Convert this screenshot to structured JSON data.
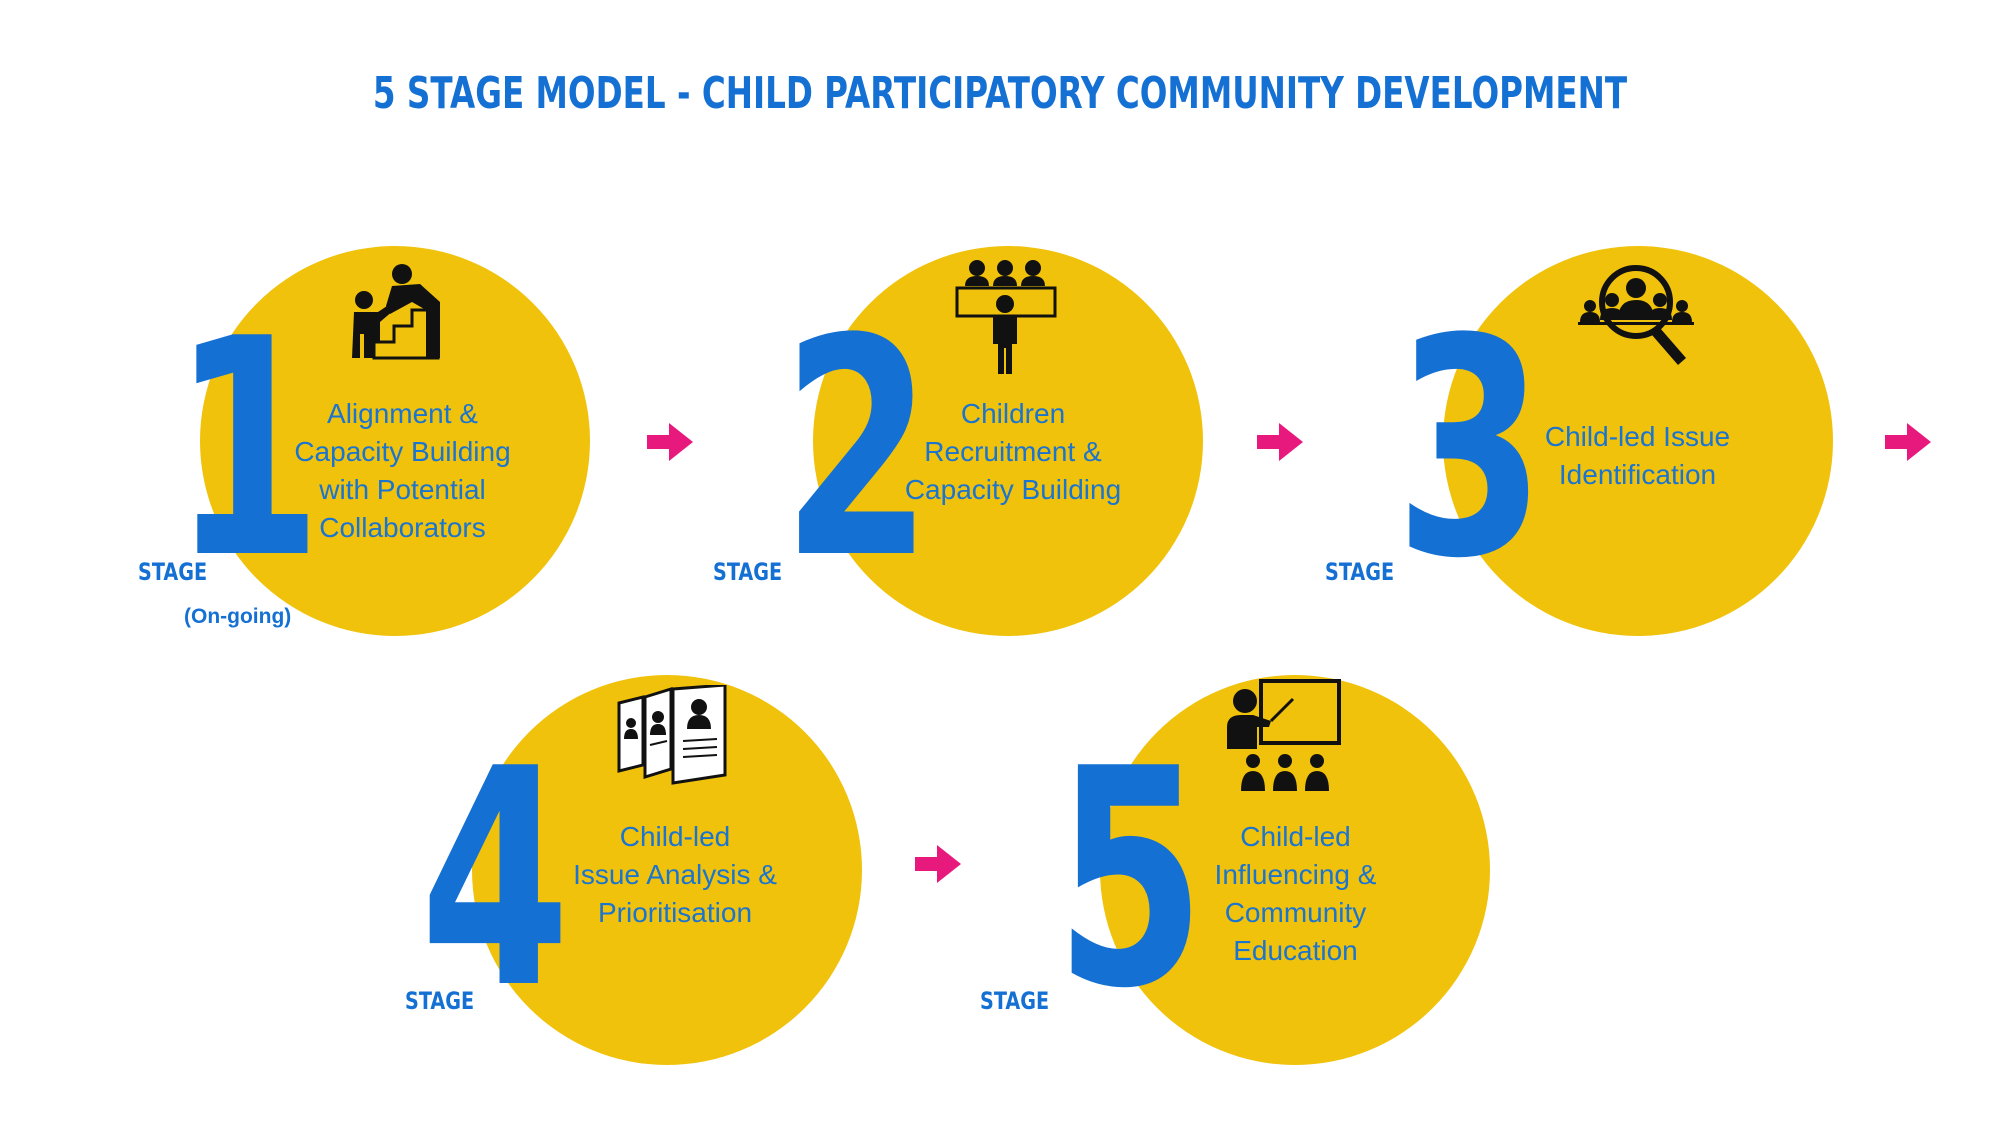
{
  "title": "5 STAGE MODEL - CHILD PARTICIPATORY COMMUNITY DEVELOPMENT",
  "colors": {
    "blue": "#1570d4",
    "yellow": "#f0c20b",
    "arrow": "#e8197d",
    "icon": "#111111"
  },
  "stages": [
    {
      "number": "1",
      "stage_label": "STAGE",
      "note": "(On-going)",
      "icon": "helping-hand-climb-icon",
      "text": "Alignment &\nCapacity Building\nwith Potential\nCollaborators"
    },
    {
      "number": "2",
      "stage_label": "STAGE",
      "icon": "recruitment-icon",
      "text": "Children\nRecruitment &\nCapacity Building"
    },
    {
      "number": "3",
      "stage_label": "STAGE",
      "icon": "group-magnifier-icon",
      "text": "Child-led Issue\nIdentification"
    },
    {
      "number": "4",
      "stage_label": "STAGE",
      "icon": "documents-profiles-icon",
      "text": "Child-led\nIssue Analysis &\nPrioritisation"
    },
    {
      "number": "5",
      "stage_label": "STAGE",
      "icon": "presentation-audience-icon",
      "text": "Child-led\nInfluencing &\nCommunity\nEducation"
    }
  ],
  "arrows": [
    "arrow-right-icon",
    "arrow-right-icon",
    "arrow-right-icon",
    "arrow-right-icon"
  ]
}
